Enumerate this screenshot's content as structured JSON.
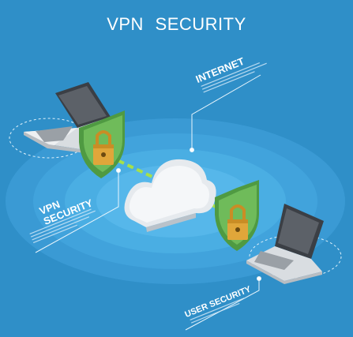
{
  "title": "VPN  SECURITY",
  "labels": {
    "internet": "INTERNET",
    "vpn_line1": "VPN",
    "vpn_line2": "SECURITY",
    "user_security": "USER SECURITY"
  },
  "colors": {
    "background": "#2f8fc8",
    "ellipse_outer": "#3da4dc",
    "ellipse_inner": "#58b7e8",
    "shield": "#5aa84a",
    "lock": "#e0a63a",
    "tunnel": "#a6e04a"
  },
  "icons": [
    "laptop-icon",
    "shield-lock-icon",
    "cloud-icon"
  ]
}
